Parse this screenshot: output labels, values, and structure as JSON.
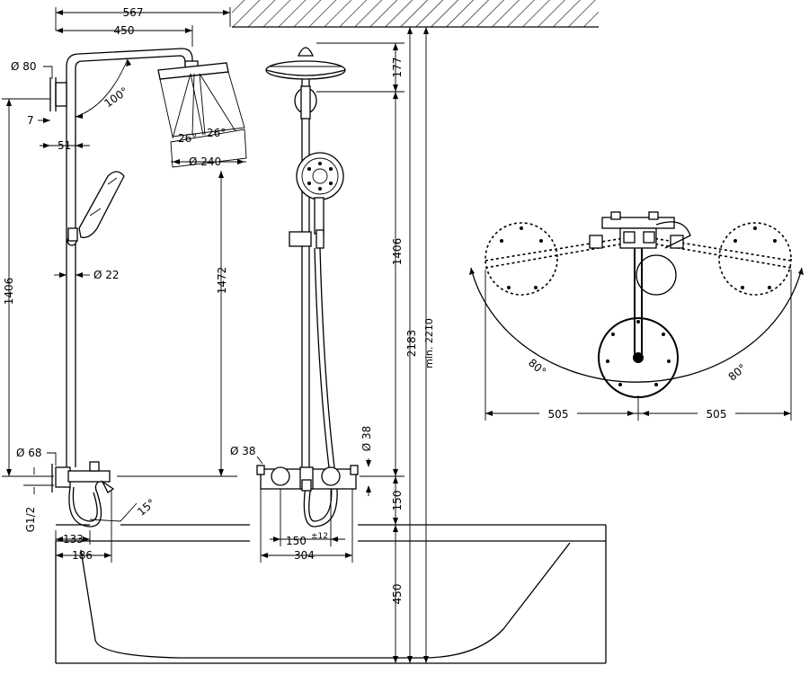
{
  "dimensions": {
    "overall_width": "567",
    "arm_length": "450",
    "wall_flange_diameter": "Ø 80",
    "wall_offset_small": "7",
    "wall_offset": "51",
    "arm_angle": "100°",
    "head_tilt_left": "26°",
    "head_tilt_right": "26°",
    "head_diameter": "Ø 240",
    "riser_diameter": "Ø 22",
    "riser_height": "1406",
    "riser_length": "1472",
    "flange_diameter_bottom": "Ø 68",
    "inlet_thread": "G1/2",
    "spout_angle": "15°",
    "spout_offset": "133",
    "spout_projection": "186",
    "front_head_height": "177",
    "front_riser_height": "1406",
    "total_height": "2183",
    "min_install_height": "min. 2210",
    "front_flange_diameter": "Ø 38",
    "front_pipe_diameter": "Ø 38",
    "mixer_to_tub_height": "150",
    "tub_height": "450",
    "connection_spacing": "150",
    "connection_tolerance": "±12",
    "mixer_width": "304",
    "swivel_left_angle": "80°",
    "swivel_right_angle": "80°",
    "swivel_left_reach": "505",
    "swivel_right_reach": "505"
  }
}
